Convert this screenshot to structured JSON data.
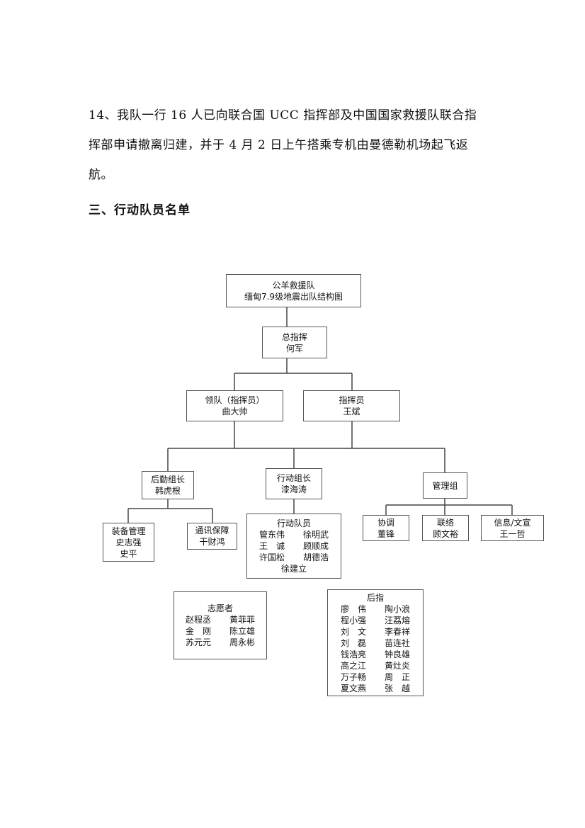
{
  "paragraph": {
    "lines": [
      "14、我队一行 16 人已向联合国 UCC 指挥部及中国国家救援队联合指",
      "挥部申请撤离归建，并于 4 月 2 日上午搭乘专机由曼德勒机场起飞返",
      "航。"
    ]
  },
  "section_heading": "三、行动队员名单",
  "org_chart": {
    "root": {
      "line1": "公羊救援队",
      "line2": "缅甸7.9级地震出队结构图"
    },
    "commander": {
      "title": "总指挥",
      "name": "何军"
    },
    "leader": {
      "title": "领队（指挥员）",
      "name": "曲大帅"
    },
    "director": {
      "title": "指挥员",
      "name": "王斌"
    },
    "logistics_lead": {
      "title": "后勤组长",
      "name": "韩虎根"
    },
    "action_lead": {
      "title": "行动组长",
      "name": "漆海涛"
    },
    "management": {
      "title": "管理组"
    },
    "equipment": {
      "title": "装备管理",
      "names": [
        "史志强",
        "史平"
      ]
    },
    "comms": {
      "title": "通讯保障",
      "names": [
        "干财鸿"
      ]
    },
    "action_members": {
      "title": "行动队员",
      "rows": [
        [
          "管东伟",
          "徐明武"
        ],
        [
          "王　诚",
          "顾顺成"
        ],
        [
          "许国松",
          "胡德浩"
        ]
      ],
      "last": "徐建立"
    },
    "coordination": {
      "title": "协调",
      "name": "董锋"
    },
    "liaison": {
      "title": "联络",
      "name": "顾文裕"
    },
    "info": {
      "title": "信息/文宣",
      "name": "王一哲"
    },
    "volunteers": {
      "title": "志愿者",
      "rows": [
        [
          "赵程丞",
          "黄菲菲"
        ],
        [
          "金　刚",
          "陈立雄"
        ],
        [
          "苏元元",
          "周永彬"
        ]
      ]
    },
    "rear": {
      "title": "后指",
      "rows": [
        [
          "廖　伟",
          "陶小浪"
        ],
        [
          "程小强",
          "汪荔熔"
        ],
        [
          "刘　文",
          "李春祥"
        ],
        [
          "刘　磊",
          "苗连社"
        ],
        [
          "钱浩亮",
          "钟良雄"
        ],
        [
          "高之江",
          "黄灶炎"
        ],
        [
          "万子畅",
          "周　正"
        ],
        [
          "夏文燕",
          "张　越"
        ]
      ]
    }
  }
}
